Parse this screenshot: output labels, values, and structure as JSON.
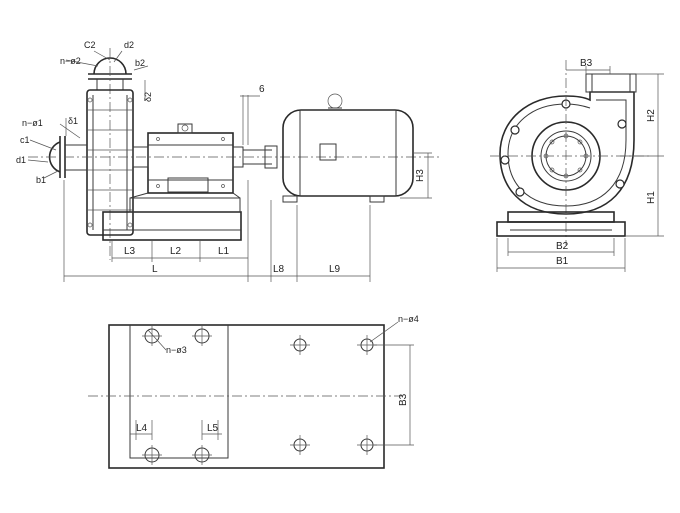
{
  "side_view": {
    "labels": {
      "C2": "C2",
      "d2": "d2",
      "n_phi2": "n−ø2",
      "b2": "b2",
      "delta2": "δ2",
      "n_phi1": "n−ø1",
      "delta1": "δ1",
      "c1": "c1",
      "d1": "d1",
      "b1": "b1",
      "L3": "L3",
      "L2": "L2",
      "L1": "L1",
      "L": "L",
      "L8": "L8",
      "L9": "L9",
      "six": "6",
      "H3": "H3"
    }
  },
  "end_view": {
    "labels": {
      "B3": "B3",
      "H2": "H2",
      "H1": "H1",
      "B2": "B2",
      "B1": "B1"
    }
  },
  "plan_view": {
    "labels": {
      "n_phi4": "n−ø4",
      "n_phi3": "n−ø3",
      "B3": "B3",
      "L4": "L4",
      "L5": "L5"
    }
  }
}
